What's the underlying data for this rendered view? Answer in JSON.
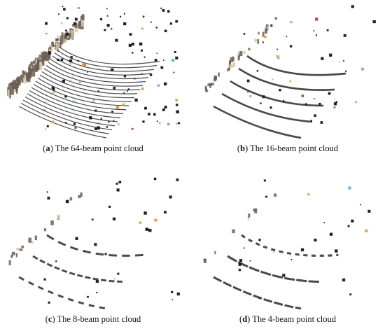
{
  "panels": [
    {
      "letter": "a",
      "caption": "The 64-beam point cloud",
      "beams": 64
    },
    {
      "letter": "b",
      "caption": "The 16-beam point cloud",
      "beams": 16
    },
    {
      "letter": "c",
      "caption": "The 8-beam point cloud",
      "beams": 8
    },
    {
      "letter": "d",
      "caption": "The 4-beam point cloud",
      "beams": 4
    }
  ],
  "colors": {
    "ground": "#4a4a4a",
    "building": "#6b5e55",
    "accent": [
      "#e8a14a",
      "#7ab3d6",
      "#c44",
      "#d9c9a8"
    ]
  }
}
